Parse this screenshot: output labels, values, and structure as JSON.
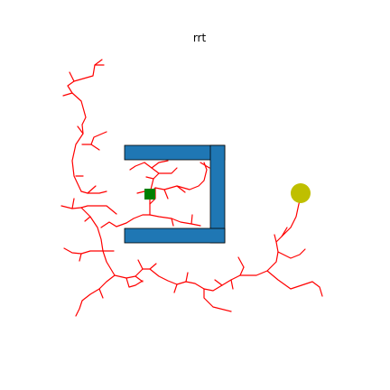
{
  "figure": {
    "title": "rrt"
  },
  "colors": {
    "tree": "#ff0000",
    "obstacle": "#1f77b4",
    "obstacle_edge": "#000000",
    "start": "#008000",
    "goal": "#bfbf00"
  },
  "scene": {
    "obstacles": [
      {
        "name": "top-wall"
      },
      {
        "name": "right-wall"
      },
      {
        "name": "bottom-wall"
      }
    ],
    "start_marker": {
      "shape": "square"
    },
    "goal_marker": {
      "shape": "circle"
    }
  }
}
